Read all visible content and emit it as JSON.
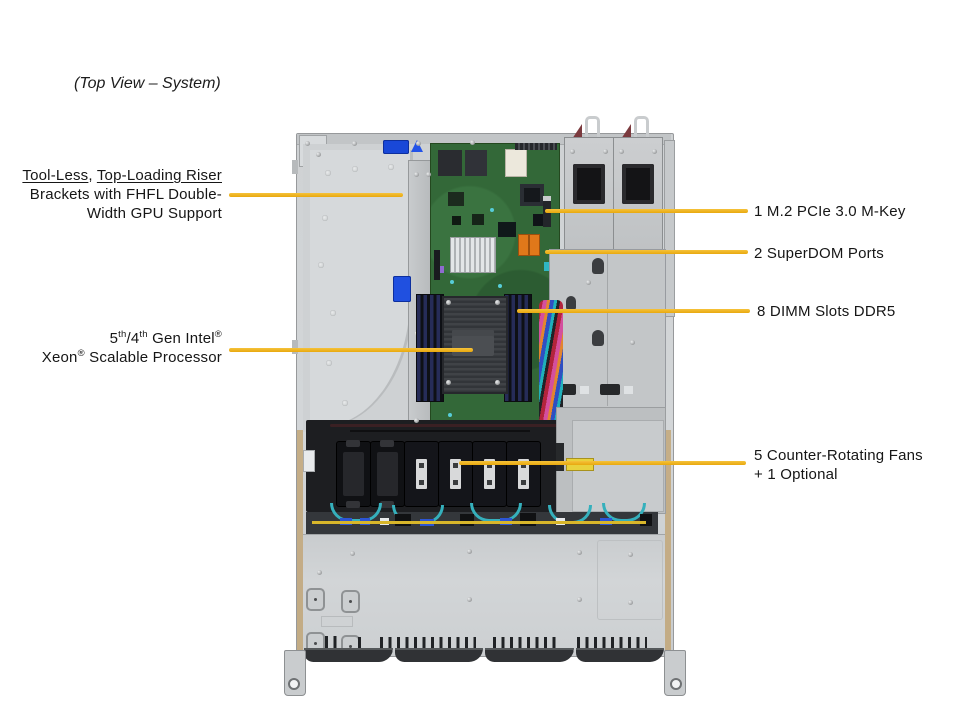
{
  "title": "(Top View – System)",
  "accent_color": "#EFB11E",
  "callouts": {
    "riser": {
      "u1": "Tool-Less",
      "sep": ", ",
      "u2": "Top-Loading Riser",
      "line2": "Brackets with FHFL Double-",
      "line3": "Width GPU Support"
    },
    "processor": {
      "p1": "5",
      "s1": "th",
      "p2": "/4",
      "s2": "th",
      "p3": " Gen Intel",
      "s3": "®",
      "l2p1": "Xeon",
      "l2s1": "®",
      "l2p2": " Scalable Processor"
    },
    "m2": "1 M.2 PCIe 3.0 M-Key",
    "superdom": "2 SuperDOM Ports",
    "dimm": "8 DIMM Slots DDR5",
    "fans_line1": "5 Counter-Rotating Fans",
    "fans_line2": "+ 1 Optional"
  }
}
